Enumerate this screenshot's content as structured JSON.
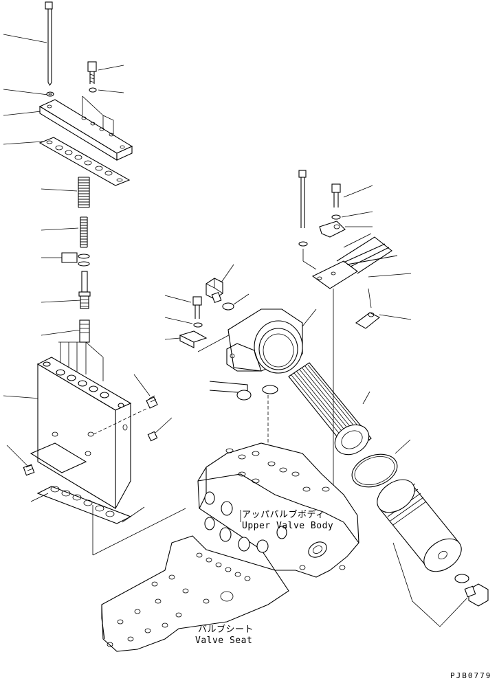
{
  "labels": {
    "upper_jp": "アッパバルブボディ",
    "upper_en": "Upper Valve Body",
    "seat_jp": "バルブシート",
    "seat_en": "Valve Seat",
    "code": "PJB0779"
  }
}
